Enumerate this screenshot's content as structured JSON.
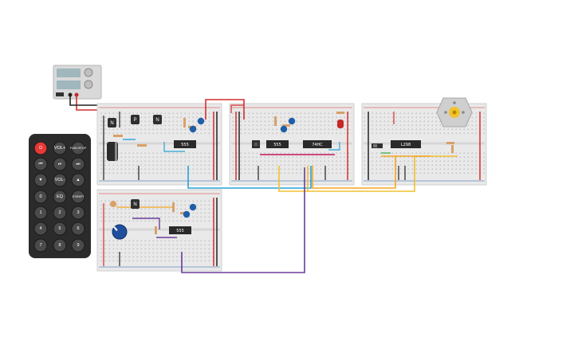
{
  "remote": {
    "buttons": [
      {
        "key": "power",
        "label": "⏻",
        "color": "#e53935"
      },
      {
        "key": "vol_up",
        "label": "VOL+"
      },
      {
        "key": "func_stop",
        "label": "FUNC/STOP"
      },
      {
        "key": "prev",
        "label": "⏮"
      },
      {
        "key": "play_pause",
        "label": "⏯"
      },
      {
        "key": "next",
        "label": "⏭"
      },
      {
        "key": "down",
        "label": "▼"
      },
      {
        "key": "vol_down",
        "label": "VOL-"
      },
      {
        "key": "up",
        "label": "▲"
      },
      {
        "key": "zero",
        "label": "0"
      },
      {
        "key": "eq",
        "label": "EQ"
      },
      {
        "key": "st_rept",
        "label": "ST/REPT"
      },
      {
        "key": "one",
        "label": "1"
      },
      {
        "key": "two",
        "label": "2"
      },
      {
        "key": "three",
        "label": "3"
      },
      {
        "key": "four",
        "label": "4"
      },
      {
        "key": "five",
        "label": "5"
      },
      {
        "key": "six",
        "label": "6"
      },
      {
        "key": "seven",
        "label": "7"
      },
      {
        "key": "eight",
        "label": "8"
      },
      {
        "key": "nine",
        "label": "9"
      }
    ]
  },
  "chips": {
    "timer_a": "555",
    "timer_b": "555",
    "timer_c": "555",
    "logic_a": "74HC",
    "driver": "L298"
  },
  "transistor_labels": {
    "t1": "N",
    "t2": "P",
    "t3": "N",
    "t4": "N"
  },
  "colors": {
    "wire_red": "#d32f2f",
    "wire_blue": "#29a3d6",
    "wire_orange": "#f5a623",
    "wire_yellow": "#f2c12e",
    "wire_purple": "#6a3d9a",
    "wire_green": "#4caf50",
    "wire_black": "#222222",
    "breadboard": "#e9e9e9",
    "remote_body": "#2b2b2b",
    "capacitor": "#1f5fa8"
  }
}
